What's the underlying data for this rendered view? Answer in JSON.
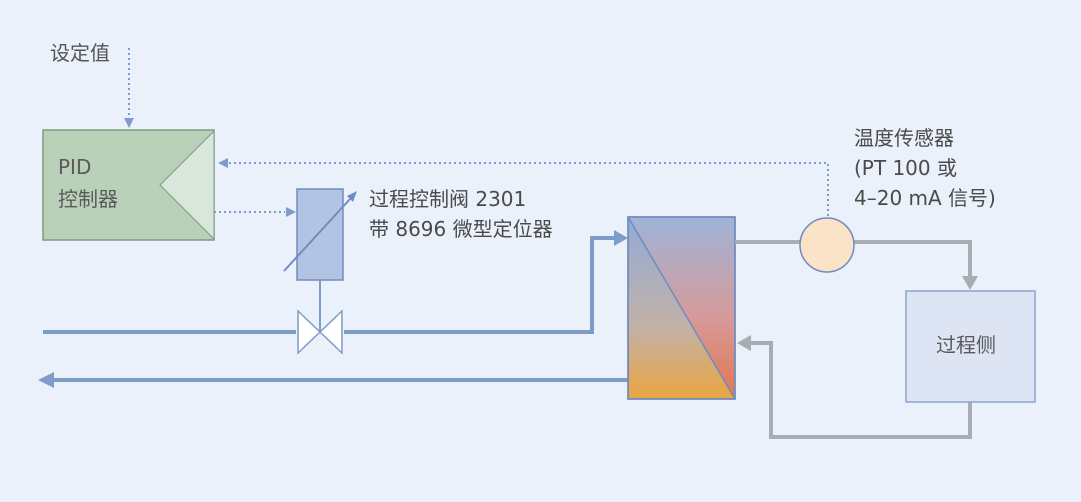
{
  "labels": {
    "setpoint": "设定值",
    "pid_line1": "PID",
    "pid_line2": "控制器",
    "valve_line1": "过程控制阀 2301",
    "valve_line2": "带 8696 微型定位器",
    "sensor_line1": "温度传感器",
    "sensor_line2": "(PT 100 或",
    "sensor_line3": "4–20 mA 信号)",
    "process": "过程侧"
  },
  "colors": {
    "background": "#eaf1fb",
    "pid_fill": "#b9d0b9",
    "pid_stroke": "#7d9c7d",
    "pipe_blue": "#7e9cc8",
    "pipe_grey": "#a9acb1",
    "signal_dotted": "#7e9cc8",
    "sensor_fill": "#fbe3c8",
    "process_fill": "#dde4f4",
    "valve_actuator_fill": "#b3c3e3"
  }
}
